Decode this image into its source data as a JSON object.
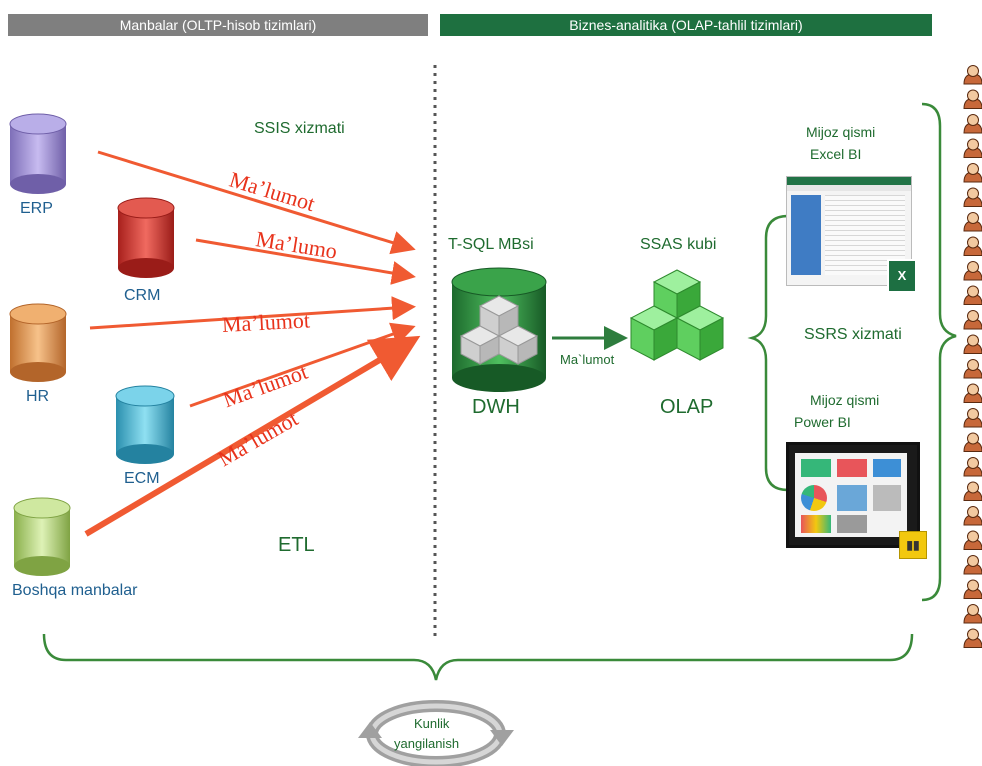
{
  "header": {
    "left": "Manbalar (OLTP-hisob tizimlari)",
    "right": "Biznes-analitika (OLAP-tahlil tizimlari)"
  },
  "sources": {
    "erp": "ERP",
    "crm": "CRM",
    "hr": "HR",
    "ecm": "ECM",
    "other": "Boshqa manbalar"
  },
  "arrow_labels": [
    "Ma’lumot",
    "Ma’lumo",
    "Ma’lumot",
    "Ma’lumot",
    "Ma’lumot"
  ],
  "services": {
    "ssis": "SSIS xizmati",
    "etl": "ETL",
    "tsql": "T-SQL MBsi",
    "dwh": "DWH",
    "flow_label": "Ma`lumot",
    "ssas": "SSAS kubi",
    "olap": "OLAP",
    "ssrs": "SSRS xizmati"
  },
  "clients": {
    "excel_line1": "Mijoz qismi",
    "excel_line2": "Excel BI",
    "power_line1": "Mijoz qismi",
    "power_line2": "Power BI"
  },
  "refresh": {
    "line1": "Kunlik",
    "line2": "yangilanish"
  },
  "colors": {
    "erp": "#9f8fd0",
    "crm": "#d23a33",
    "hr": "#e89a55",
    "ecm": "#4dbad6",
    "other": "#b7d57a",
    "arrows": "#f05a32",
    "green_text": "#1f6b2f",
    "cube": "#5fcf5f",
    "dwh": "#2b8a3e"
  },
  "icons": [
    "database-icon",
    "cube-icon",
    "excel-icon",
    "powerbi-icon",
    "user-icon",
    "refresh-cycle-icon"
  ]
}
